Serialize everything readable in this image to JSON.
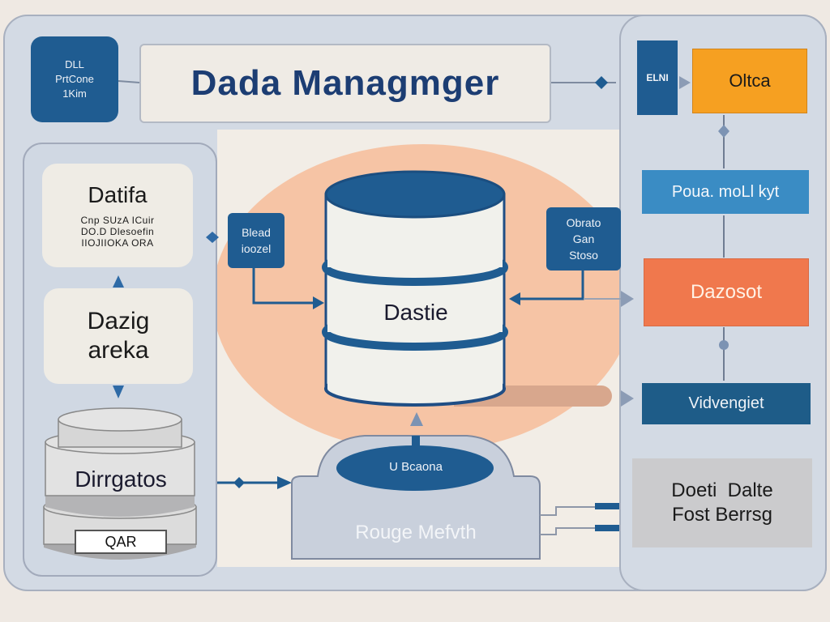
{
  "title": "Dada Managmger",
  "header_badge": {
    "lines": [
      "DLL",
      "PrtCone",
      "1Kim"
    ]
  },
  "left_panel": {
    "card_top": {
      "heading": "Datifa",
      "lines": [
        "Cnp SUzA ICuir",
        "DO.D Dlesoefin",
        "IIOJIIOKA ORA"
      ]
    },
    "card_middle": {
      "lines": [
        "Dazig",
        "areka"
      ]
    },
    "storage_stack": {
      "label": "Dirrgatos",
      "tag": "QAR"
    }
  },
  "center": {
    "database_label": "Dastie",
    "input_box": {
      "lines": [
        "Blead",
        "ioozel"
      ]
    },
    "output_box": {
      "lines": [
        "Obrato",
        "Gan",
        "Stoso"
      ]
    },
    "router": {
      "oval_label": "U Bcaona",
      "label": "Rouge Mefvth"
    }
  },
  "right_panel": {
    "side_badge": "ELNI",
    "boxes": [
      {
        "label": "Oltca",
        "color": "#f6a021"
      },
      {
        "label": "Poua. moLl kyt",
        "color": "#3a8cc4"
      },
      {
        "label": "Dazosot",
        "color": "#f0784d"
      },
      {
        "label": "Vidvengiet",
        "color": "#1e5c88"
      }
    ],
    "bottom_box": {
      "lines": [
        "Doeti  Dalte",
        "Fost Berrsg"
      ]
    }
  },
  "colors": {
    "primary_blue": "#1f5c91",
    "orange_accent": "#f6a021",
    "coral": "#f0784d",
    "light_blue": "#3a8cc4",
    "peach_bg": "#f6c4a5",
    "panel_gray": "#d3dae4"
  }
}
